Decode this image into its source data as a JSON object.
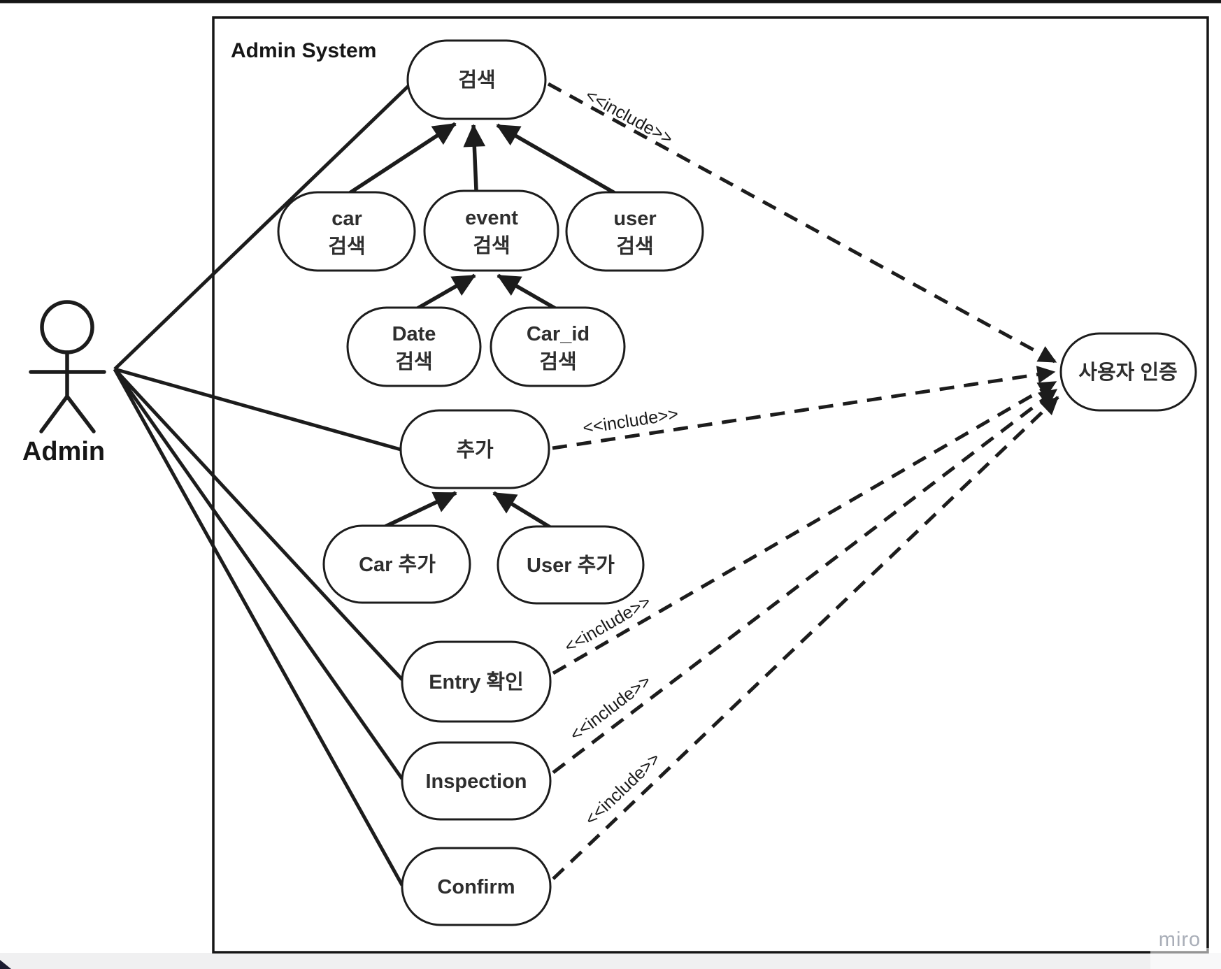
{
  "diagram": {
    "system": {
      "title": "Admin System"
    },
    "actor": {
      "label": "Admin"
    },
    "relationship_label": "<<include>>",
    "watermark": "miro",
    "colors": {
      "stroke": "#1c1c1c",
      "text": "#2e2e2e",
      "watermark": "#a9aeb8",
      "background": "#ffffff",
      "outside_strip": "#f0f0f1"
    },
    "use_cases": [
      {
        "id": "search",
        "line1": "검색",
        "line2": ""
      },
      {
        "id": "car-search",
        "line1": "car",
        "line2": "검색"
      },
      {
        "id": "event-search",
        "line1": "event",
        "line2": "검색"
      },
      {
        "id": "user-search",
        "line1": "user",
        "line2": "검색"
      },
      {
        "id": "date-search",
        "line1": "Date",
        "line2": "검색"
      },
      {
        "id": "carid-search",
        "line1": "Car_id",
        "line2": "검색"
      },
      {
        "id": "add",
        "line1": "추가",
        "line2": ""
      },
      {
        "id": "car-add",
        "line1": "Car 추가",
        "line2": ""
      },
      {
        "id": "user-add",
        "line1": "User 추가",
        "line2": ""
      },
      {
        "id": "entry-check",
        "line1": "Entry 확인",
        "line2": ""
      },
      {
        "id": "inspection",
        "line1": "Inspection",
        "line2": ""
      },
      {
        "id": "confirm",
        "line1": "Confirm",
        "line2": ""
      },
      {
        "id": "user-auth",
        "line1": "사용자 인증",
        "line2": ""
      }
    ]
  }
}
